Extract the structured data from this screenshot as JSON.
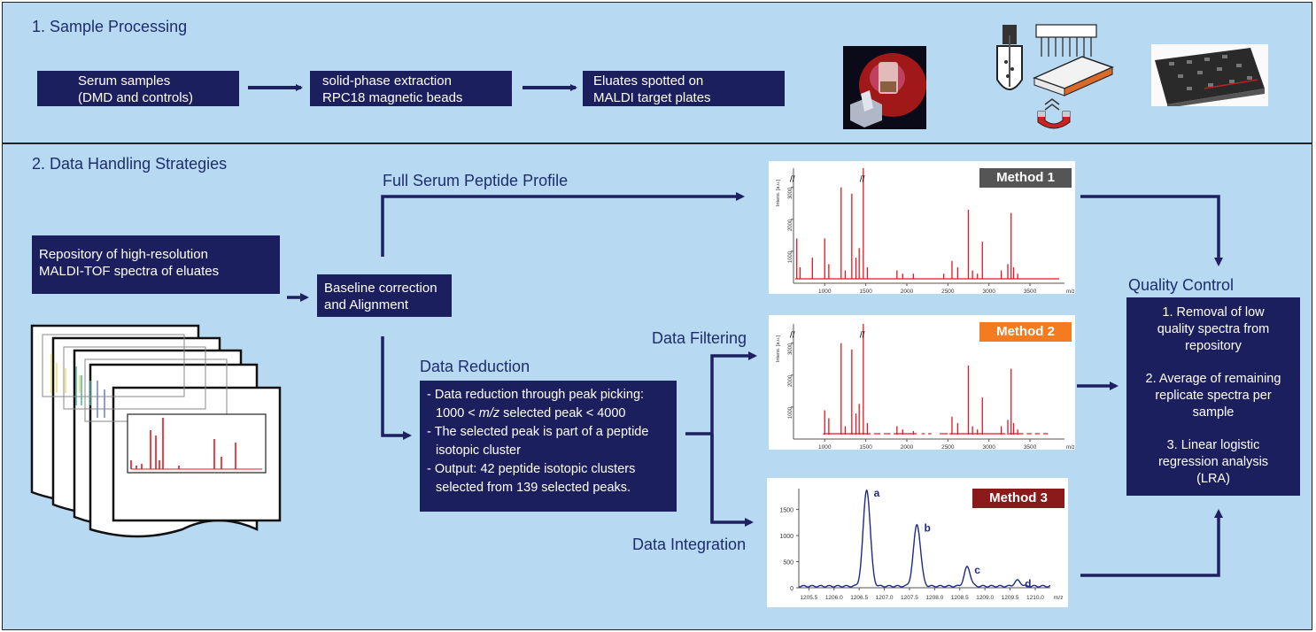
{
  "section1": {
    "title": "1. Sample Processing",
    "steps": [
      {
        "line1": "Serum samples",
        "line2": "(DMD and controls)"
      },
      {
        "line1": "solid-phase extraction",
        "line2": "RPC18 magnetic beads"
      },
      {
        "line1": "Eluates spotted on",
        "line2": "MALDI target plates"
      }
    ]
  },
  "section2": {
    "title": "2. Data Handling Strategies",
    "repository": {
      "line1": "Repository of high-resolution",
      "line2": "MALDI-TOF spectra of eluates"
    },
    "baseline": {
      "line1": "Baseline correction",
      "line2": "and Alignment"
    },
    "full_profile_label": "Full Serum Peptide Profile",
    "data_filtering_label": "Data Filtering",
    "data_reduction_label": "Data Reduction",
    "data_integration_label": "Data Integration",
    "reduction_box": [
      {
        "prefix": "- Data reduction through peak picking:",
        "rest": ""
      },
      {
        "prefix": "1000 < ",
        "italic": "m/z",
        "rest": " selected peak < 4000"
      },
      {
        "prefix": "- The selected peak is part of a peptide",
        "rest": ""
      },
      {
        "prefix": "isotopic cluster",
        "rest": ""
      },
      {
        "prefix": "- Output: 42 peptide isotopic clusters",
        "rest": ""
      },
      {
        "prefix": "selected from 139 selected peaks.",
        "rest": ""
      }
    ],
    "quality_control": {
      "title": "Quality Control",
      "items": [
        {
          "l1": "1. Removal of low",
          "l2": "quality spectra from",
          "l3": "repository"
        },
        {
          "l1": "2. Average of remaining",
          "l2": "replicate spectra per",
          "l3": "sample"
        },
        {
          "l1": "3. Linear logistic",
          "l2": "regression analysis",
          "l3": "(LRA)"
        }
      ]
    }
  },
  "methods": [
    {
      "label": "Method 1",
      "color": "#555555"
    },
    {
      "label": "Method 2",
      "color": "#f47b20"
    },
    {
      "label": "Method 3",
      "color": "#8b1a1a"
    }
  ],
  "colors": {
    "panel_bg": "#b7d9f1",
    "navy": "#1c1f5e",
    "text_blue": "#1d2d6e",
    "spectrum_red": "#e8141e",
    "spectrum_navy": "#1f2a8a"
  },
  "chart_data": [
    {
      "type": "line",
      "title": "Method 1",
      "ylabel": "Intens. [a.u.]",
      "xlabel": "m/z",
      "x_ticks": [
        "1000",
        "1500",
        "2000",
        "2500",
        "3000",
        "3500"
      ],
      "y_ticks": [
        "1000",
        "2000",
        "3000"
      ],
      "xlim": [
        620,
        3920
      ],
      "ylim": [
        0,
        3600
      ],
      "peaks": [
        [
          660,
          1400
        ],
        [
          700,
          500
        ],
        [
          850,
          800
        ],
        [
          1000,
          1400
        ],
        [
          1050,
          600
        ],
        [
          1200,
          3000
        ],
        [
          1250,
          400
        ],
        [
          1330,
          2800
        ],
        [
          1380,
          800
        ],
        [
          1420,
          1100
        ],
        [
          1470,
          3600
        ],
        [
          1520,
          500
        ],
        [
          1880,
          400
        ],
        [
          1950,
          300
        ],
        [
          2080,
          300
        ],
        [
          2450,
          300
        ],
        [
          2550,
          700
        ],
        [
          2620,
          500
        ],
        [
          2750,
          2300
        ],
        [
          2800,
          400
        ],
        [
          2860,
          300
        ],
        [
          2920,
          1300
        ],
        [
          3150,
          400
        ],
        [
          3230,
          600
        ],
        [
          3270,
          2200
        ],
        [
          3300,
          500
        ],
        [
          3350,
          300
        ]
      ]
    },
    {
      "type": "line",
      "title": "Method 2",
      "ylabel": "Intens. [a.u.]",
      "xlabel": "m/z",
      "x_ticks": [
        "1000",
        "1500",
        "2000",
        "2500",
        "3000",
        "3500"
      ],
      "y_ticks": [
        "1000",
        "2000",
        "3000"
      ],
      "xlim": [
        620,
        3920
      ],
      "ylim": [
        0,
        3600
      ],
      "peaks": [
        [
          1000,
          900
        ],
        [
          1050,
          650
        ],
        [
          1200,
          3000
        ],
        [
          1250,
          400
        ],
        [
          1330,
          2800
        ],
        [
          1380,
          800
        ],
        [
          1420,
          1100
        ],
        [
          1470,
          3600
        ],
        [
          1520,
          500
        ],
        [
          1880,
          400
        ],
        [
          1950,
          300
        ],
        [
          2080,
          250
        ],
        [
          2550,
          700
        ],
        [
          2620,
          500
        ],
        [
          2750,
          2300
        ],
        [
          2800,
          400
        ],
        [
          2860,
          300
        ],
        [
          2920,
          1300
        ],
        [
          3150,
          400
        ],
        [
          3230,
          600
        ],
        [
          3270,
          2200
        ],
        [
          3300,
          500
        ],
        [
          3350,
          300
        ]
      ]
    },
    {
      "type": "line",
      "title": "Method 3",
      "xlabel": "m/z",
      "x_ticks": [
        "1205.5",
        "1206.0",
        "1206.5",
        "1207.0",
        "1207.5",
        "1208.0",
        "1208.5",
        "1209.0",
        "1209.5",
        "1210.0"
      ],
      "y_ticks": [
        "0",
        "500",
        "1000",
        "1500"
      ],
      "xlim": [
        1205.3,
        1210.3
      ],
      "ylim": [
        0,
        1900
      ],
      "peaks": [
        {
          "x": 1206.65,
          "y": 1850,
          "label": "a"
        },
        {
          "x": 1207.65,
          "y": 1180,
          "label": "b"
        },
        {
          "x": 1208.65,
          "y": 370,
          "label": "c"
        },
        {
          "x": 1209.65,
          "y": 110,
          "label": "d"
        }
      ]
    }
  ]
}
